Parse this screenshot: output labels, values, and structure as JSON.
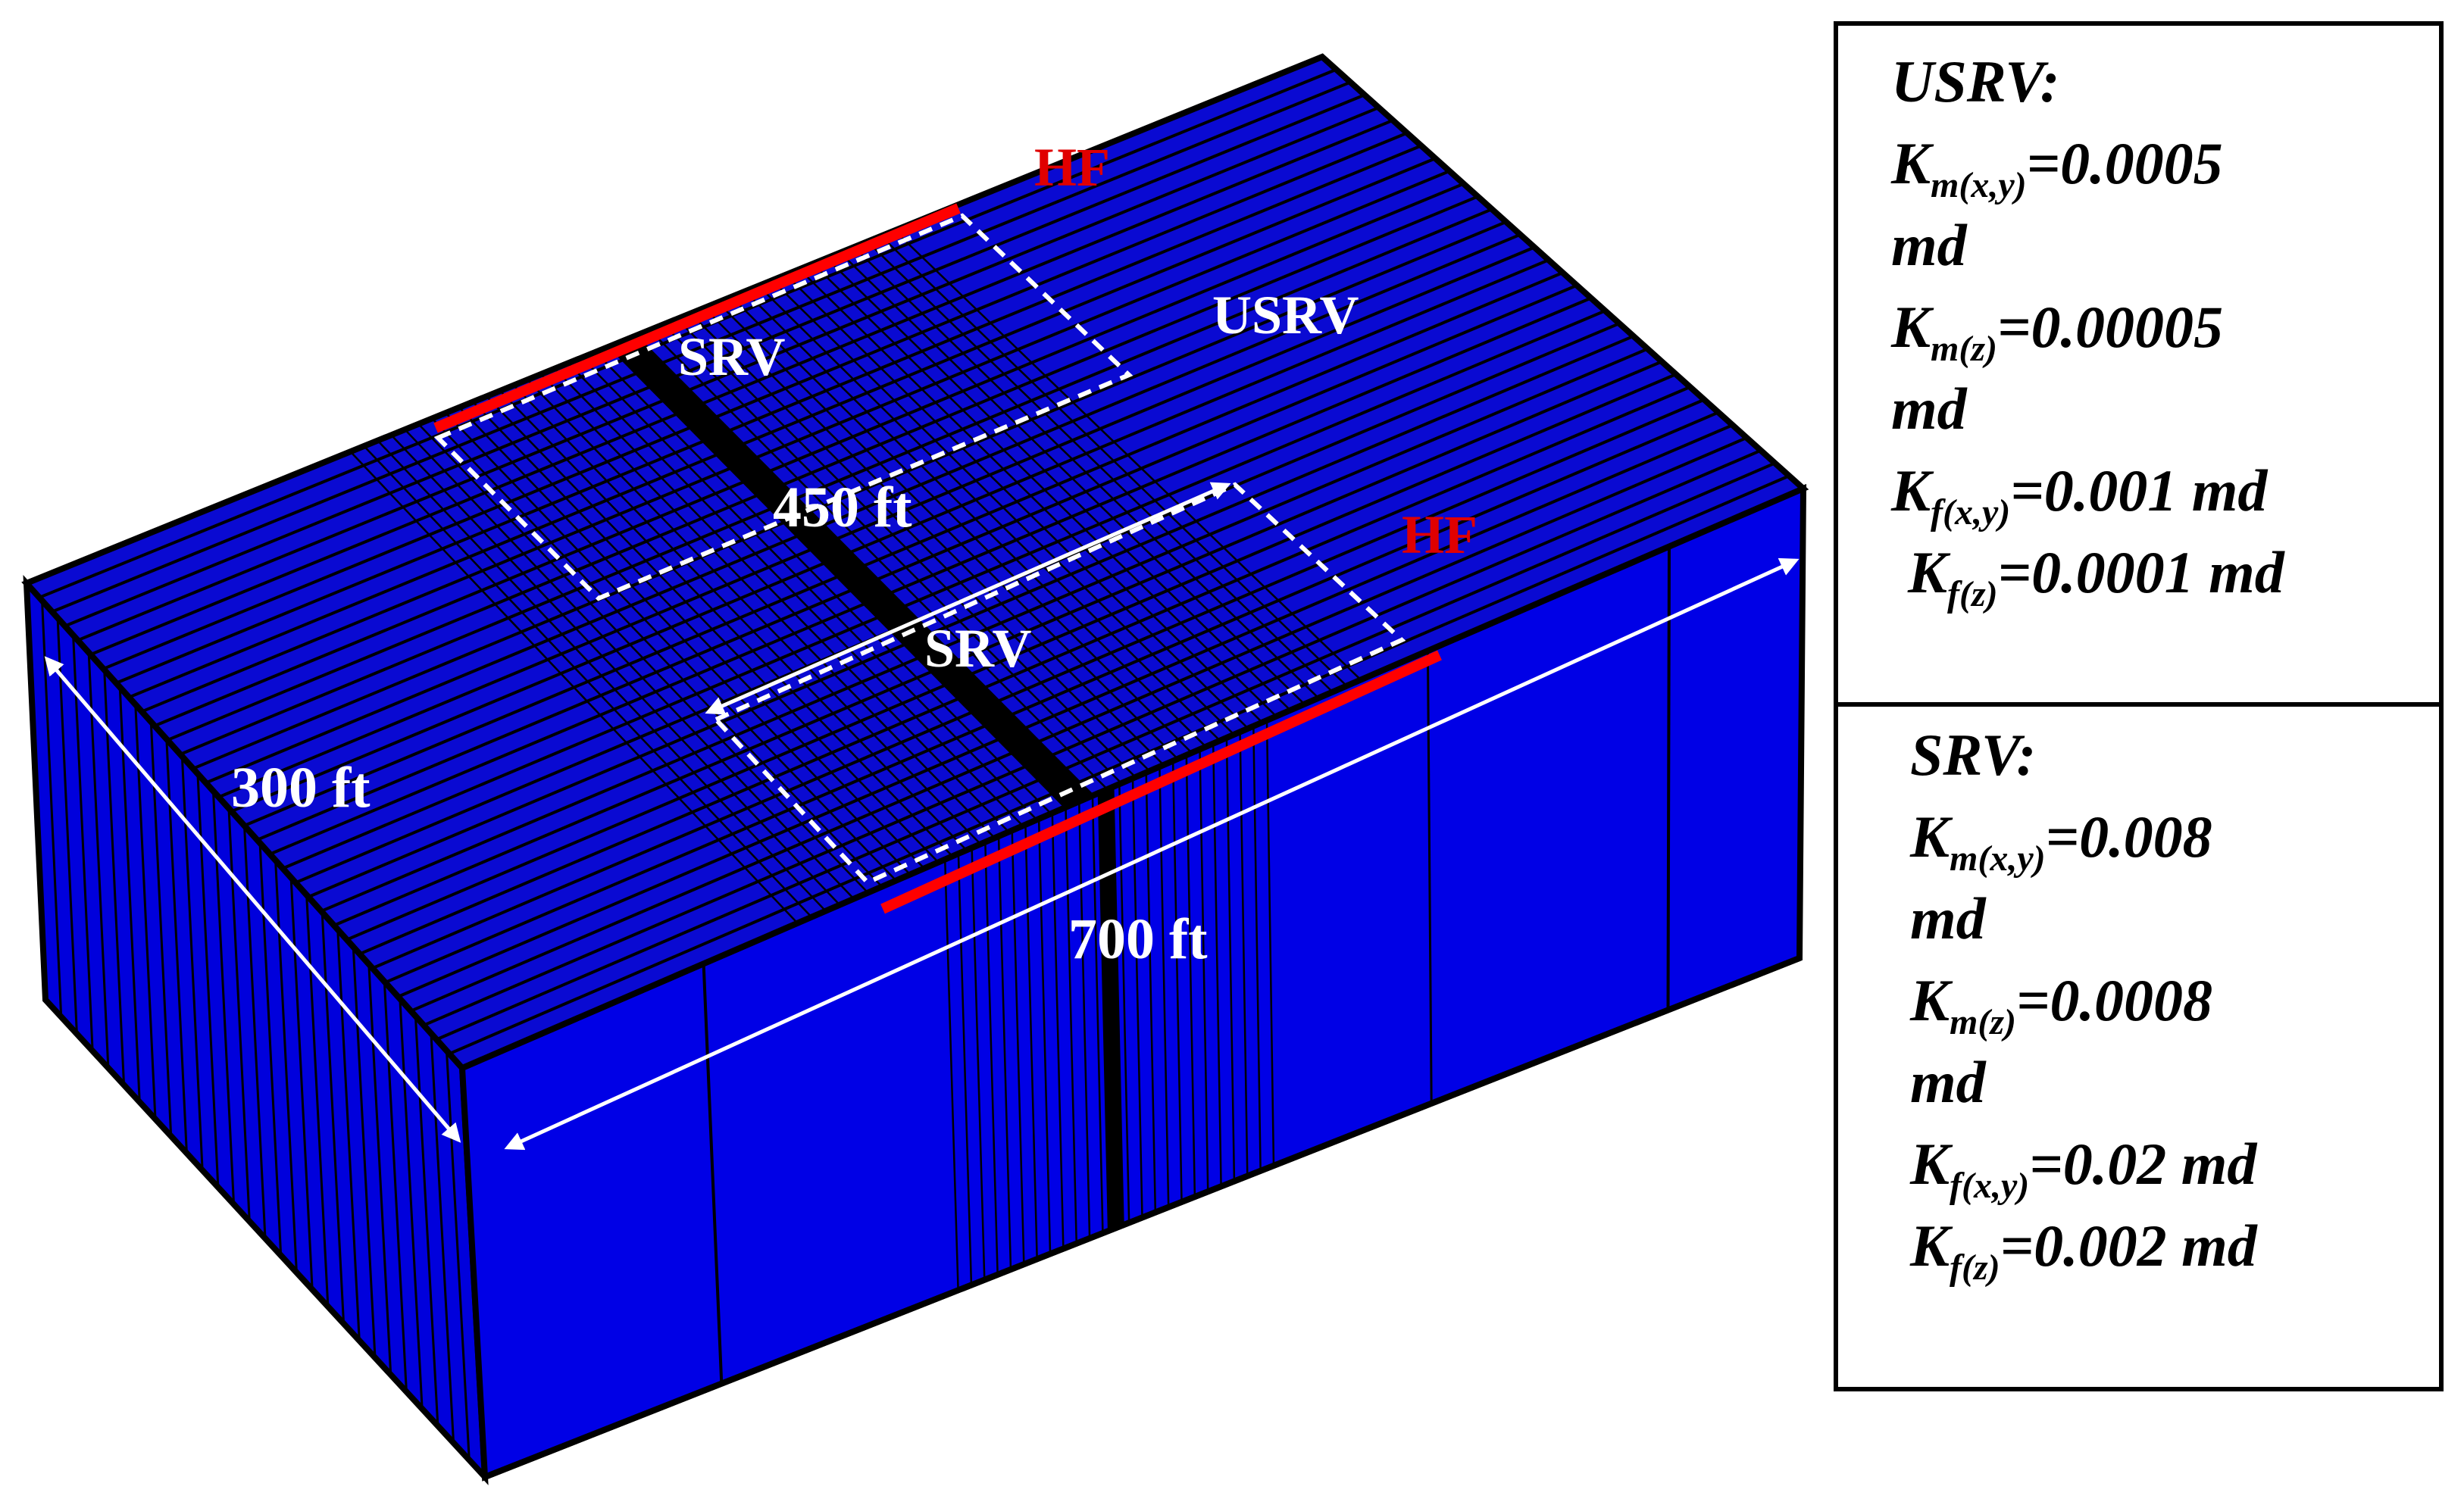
{
  "diagram": {
    "labels": {
      "hf_top": "HF",
      "hf_right": "HF",
      "srv_upper": "SRV",
      "srv_lower": "SRV",
      "usrv": "USRV",
      "dim_450": "450 ft",
      "dim_300": "300 ft",
      "dim_700": "700 ft"
    },
    "colors": {
      "reservoir_face": "#0a0ad2",
      "reservoir_side": "#0000e0",
      "grid_line": "#000000",
      "fracture": "#ff0000",
      "hf_label": "#e00000",
      "srv_outline": "#ffffff",
      "dimension_arrow": "#ffffff"
    }
  },
  "usrv_panel": {
    "title": "USRV:",
    "items": [
      {
        "symbol": "K",
        "sub": "m(x,y)",
        "value": "=0.0005",
        "unit_wrapped": "md"
      },
      {
        "symbol": "K",
        "sub": "m(z)",
        "value": "=0.00005",
        "unit_wrapped": "md"
      },
      {
        "symbol": "K",
        "sub": "f(x,y)",
        "value": "=0.001 md"
      },
      {
        "symbol": "K",
        "sub": "f(z)",
        "value": "=0.0001 md"
      }
    ]
  },
  "srv_panel": {
    "title": "SRV:",
    "items": [
      {
        "symbol": "K",
        "sub": "m(x,y)",
        "value": "=0.008",
        "unit_wrapped": "md"
      },
      {
        "symbol": "K",
        "sub": "m(z)",
        "value": "=0.0008",
        "unit_wrapped": "md"
      },
      {
        "symbol": "K",
        "sub": "f(x,y)",
        "value": "=0.02 md"
      },
      {
        "symbol": "K",
        "sub": "f(z)",
        "value": "=0.002 md"
      }
    ]
  }
}
